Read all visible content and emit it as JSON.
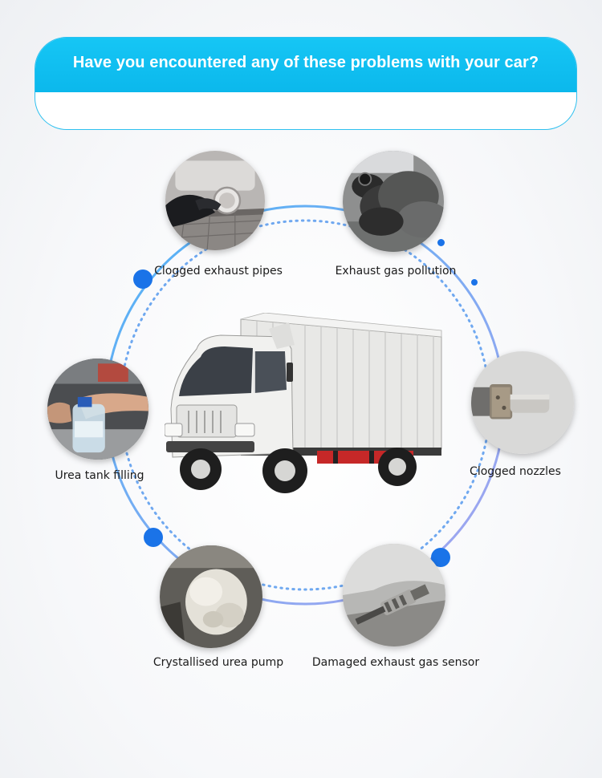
{
  "banner": {
    "title": "Have you encountered any of these problems with your car?"
  },
  "problems": [
    {
      "label": "Clogged exhaust pipes"
    },
    {
      "label": "Exhaust gas pollution"
    },
    {
      "label": "Urea tank filling"
    },
    {
      "label": "Clogged nozzles"
    },
    {
      "label": "Crystallised urea pump"
    },
    {
      "label": "Damaged exhaust gas sensor"
    }
  ],
  "colors": {
    "banner": "#0bb8ec",
    "ring": "#5aa9f2",
    "dots": "#1a73e8"
  }
}
